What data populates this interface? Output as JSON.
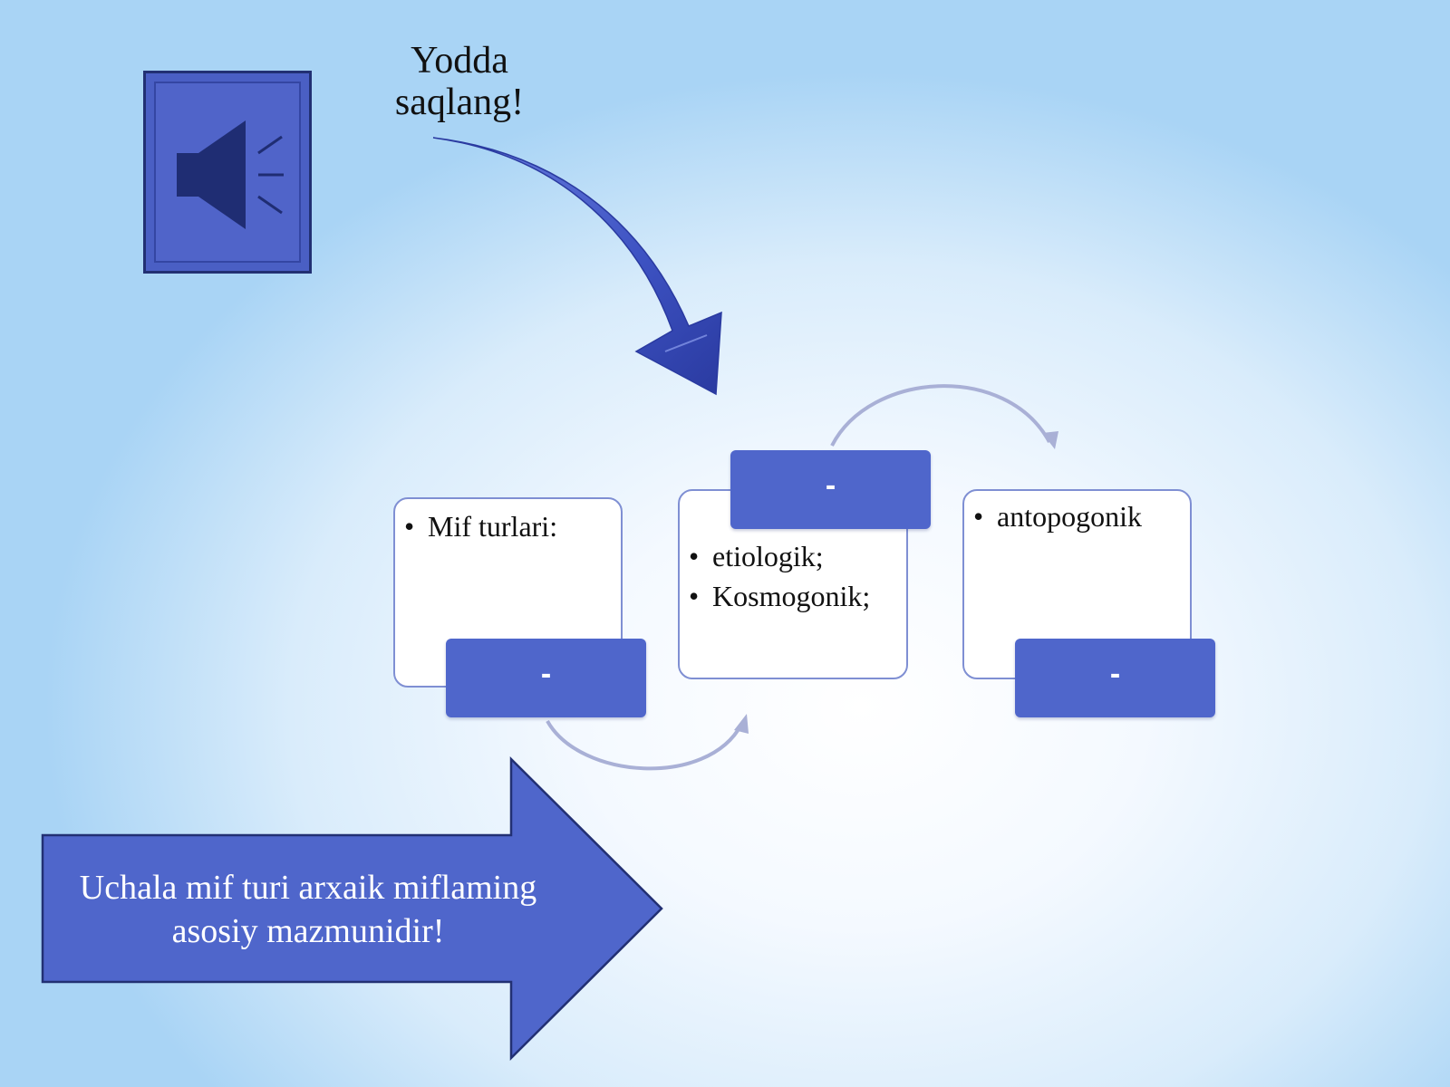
{
  "reminder": {
    "title_line1": "Yodda",
    "title_line2": "saqlang!"
  },
  "diagram": {
    "boxes": [
      {
        "items": [
          "Mif turlari:"
        ],
        "label": "-"
      },
      {
        "items": [
          "etiologik;",
          "Kosmogonik;"
        ],
        "label": "-"
      },
      {
        "items": [
          "antopogonik"
        ],
        "label": "-"
      }
    ]
  },
  "conclusion": {
    "line1": "Uchala mif turi arxaik miflaming",
    "line2": "asosiy mazmunidir!"
  },
  "colors": {
    "accent_blue": "#4f66cb",
    "dark_blue": "#223073",
    "box_border": "#7f8fd3",
    "connector_gray": "#a9b0d6"
  },
  "icons": {
    "sound": "speaker-icon",
    "curved_arrow": "curved-arrow-down-icon",
    "block_arrow": "block-arrow-right-icon"
  }
}
